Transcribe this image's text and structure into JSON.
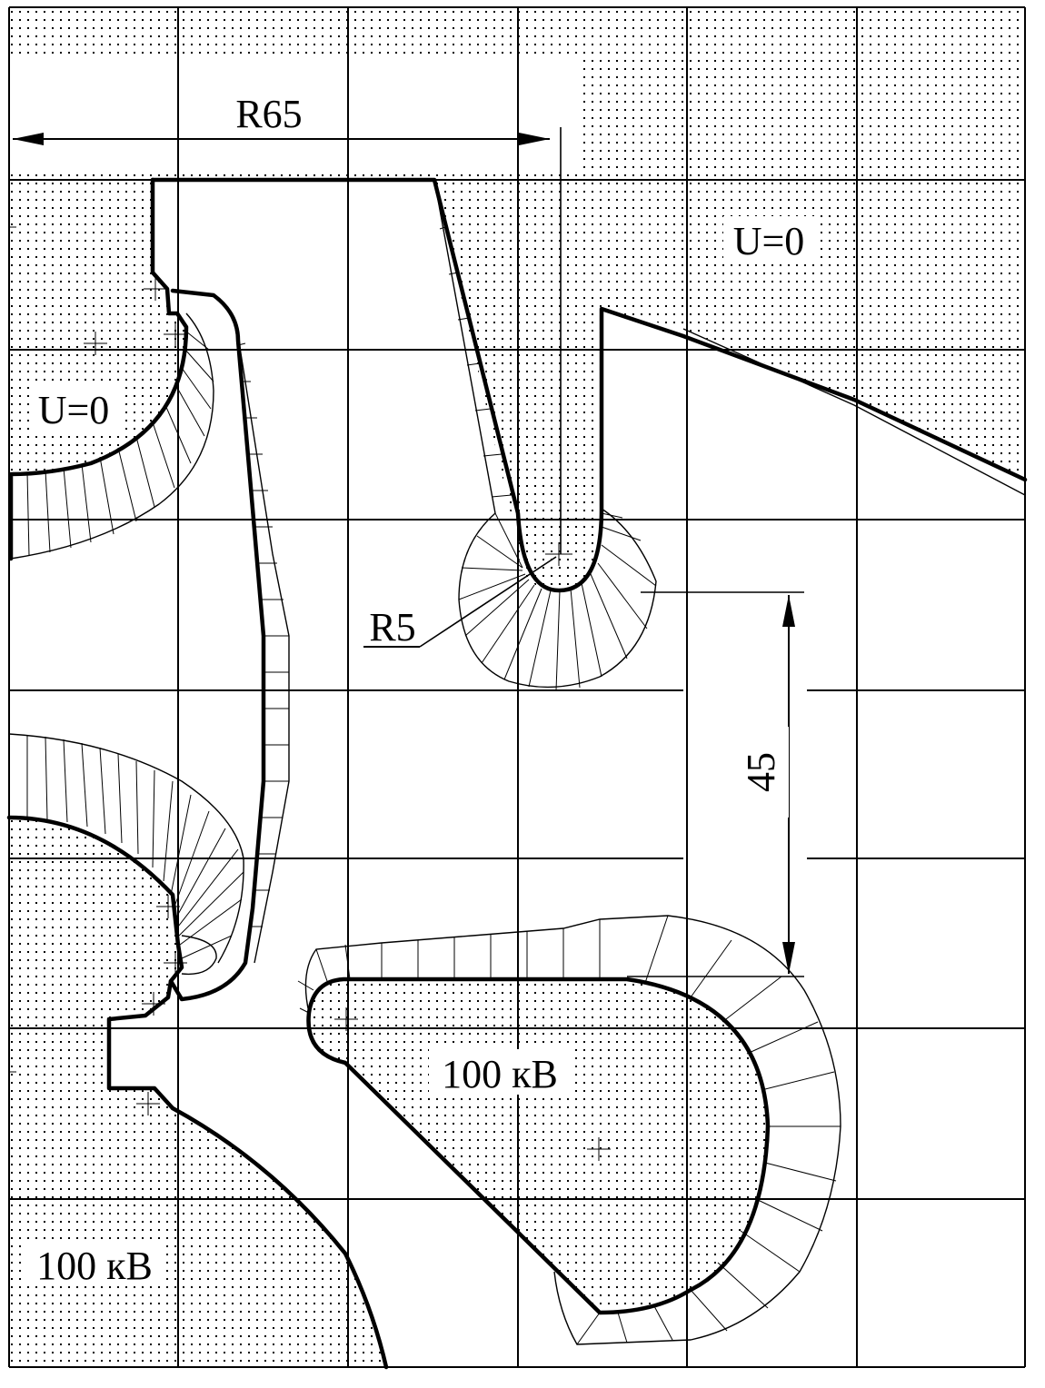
{
  "labels": {
    "radius_large": "R65",
    "radius_small": "R5",
    "potential_zero_upper": "U=0",
    "potential_zero_left": "U=0",
    "distance": "45",
    "voltage_center": "100 кВ",
    "voltage_lower_left": "100 кВ"
  },
  "colors": {
    "ink": "#000000",
    "paper": "#ffffff"
  }
}
